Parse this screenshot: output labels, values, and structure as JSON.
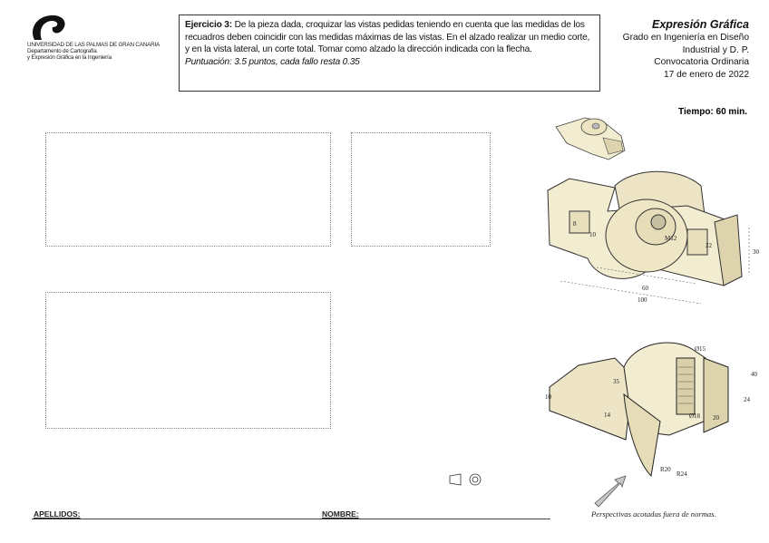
{
  "logo": {
    "university": "UNIVERSIDAD DE LAS PALMAS DE GRAN CANARIA",
    "department_line1": "Departamento de Cartografía",
    "department_line2": "y Expresión Gráfica en la Ingeniería"
  },
  "exercise": {
    "label": "Ejercicio 3:",
    "text": " De la pieza dada, croquizar las vistas pedidas teniendo en cuenta que las medidas de los recuadros deben coincidir con las medidas máximas de las vistas. En el alzado realizar un medio corte, y en la vista lateral, un corte total. Tomar como alzado la dirección indicada con la flecha.",
    "scoring": "Puntuación: 3.5 puntos, cada fallo resta 0.35"
  },
  "course": {
    "title": "Expresión Gráfica",
    "degree_line1": "Grado en Ingeniería en Diseño",
    "degree_line2": "Industrial y D. P.",
    "call": "Convocatoria Ordinaria",
    "date": "17 de enero de 2022",
    "time": "Tiempo: 60 min."
  },
  "drawing1_dims": {
    "d1": "60",
    "d2": "100",
    "d3": "30",
    "d4": "22",
    "d5": "M12",
    "d6": "8",
    "d7": "10"
  },
  "drawing2_dims": {
    "d1": "10",
    "d2": "14",
    "d3": "35",
    "d4": "Ø15",
    "d5": "40",
    "d6": "24",
    "d7": "Ø18",
    "d8": "20",
    "d9": "R20",
    "d10": "R24"
  },
  "projection_symbol": "first-angle-projection-icon",
  "footer": {
    "surname_label": "APELLIDOS:",
    "name_label": "NOMBRE:",
    "note": "Perspectivas acotadas fuera de normas."
  },
  "colors": {
    "part_fill": "#f2ecd0",
    "part_shade": "#ddd4ae",
    "arrow": "#c8c8c8"
  }
}
